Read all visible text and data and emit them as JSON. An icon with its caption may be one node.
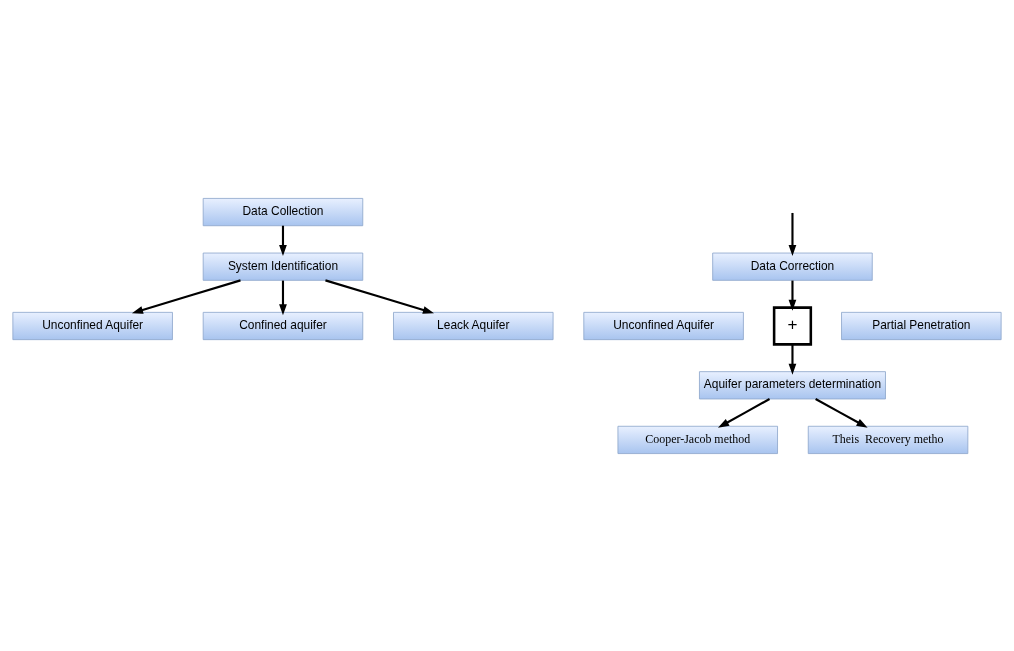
{
  "diagram": {
    "nodes": [
      {
        "text": [
          "Data Collection"
        ]
      },
      {
        "text": [
          "System Identification"
        ]
      },
      {
        "text": [
          "Unconfined Aquifer"
        ]
      },
      {
        "text": [
          "Confined aquifer"
        ]
      },
      {
        "text": [
          "Leack Aquifer"
        ]
      },
      {
        "text": [
          "Data Correction"
        ]
      },
      {
        "text": [
          "Unconfined Aquifer"
        ]
      },
      {
        "text": [
          "+"
        ]
      },
      {
        "text": [
          "Partial Penetration"
        ]
      },
      {
        "text": [
          "Aquifer parameters determination"
        ]
      },
      {
        "text": [
          "Cooper-Jacob method"
        ]
      },
      {
        "text": [
          "Theis  Recovery metho"
        ]
      }
    ],
    "edges": [
      {
        "from": 0,
        "to": 1,
        "arrow": "to"
      },
      {
        "from": 1,
        "to": 2,
        "arrow": "to"
      },
      {
        "from": 1,
        "to": 3,
        "arrow": "to"
      },
      {
        "from": 1,
        "to": 4,
        "arrow": "to"
      },
      {
        "from": null,
        "to": 5,
        "arrow": "to"
      },
      {
        "from": 5,
        "to": 7,
        "arrow": "to"
      },
      {
        "from": 7,
        "to": 9,
        "arrow": "to"
      },
      {
        "from": 9,
        "to": 10,
        "arrow": "to"
      },
      {
        "from": 9,
        "to": 11,
        "arrow": "to"
      }
    ]
  }
}
